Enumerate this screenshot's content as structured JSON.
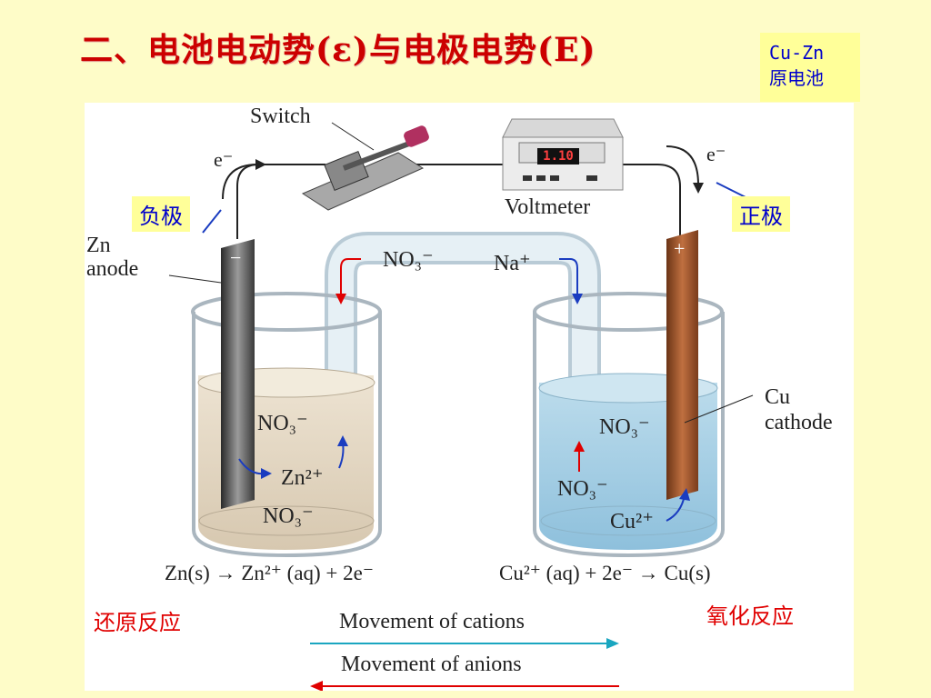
{
  "title": "二、电池电动势(ε)与电极电势(E)",
  "badge": {
    "line1": "Cu-Zn",
    "line2": "原电池"
  },
  "figure": {
    "switch_label": "Switch",
    "voltmeter_label": "Voltmeter",
    "voltmeter_reading": "1.10",
    "electron_left": "e⁻",
    "electron_right": "e⁻",
    "minus_sign": "−",
    "plus_sign": "+",
    "neg_electrode_cn": "负极",
    "pos_electrode_cn": "正极",
    "zn_anode": {
      "line1": "Zn",
      "line2": "anode"
    },
    "cu_cathode": {
      "line1": "Cu",
      "line2": "cathode"
    },
    "bridge_anion": "NO₃⁻",
    "bridge_cation": "Na⁺",
    "left_beaker": {
      "ion_top": "NO₃⁻",
      "ion_mid": "Zn²⁺",
      "ion_bottom": "NO₃⁻"
    },
    "right_beaker": {
      "ion_top": "NO₃⁻",
      "ion_mid": "NO₃⁻",
      "ion_bottom": "Cu²⁺"
    },
    "left_equation": "Zn(s) → Zn²⁺ (aq) + 2e⁻",
    "right_equation": "Cu²⁺ (aq) + 2e⁻ → Cu(s)",
    "left_reaction_cn": "还原反应",
    "right_reaction_cn": "氧化反应",
    "legend_cations": "Movement of cations",
    "legend_anions": "Movement of anions"
  },
  "colors": {
    "title": "#cc0000",
    "cation_arrow": "#1aa6c0",
    "anion_arrow": "#e00000",
    "highlight": "#ffff99",
    "cn_blue": "#0000cc"
  }
}
